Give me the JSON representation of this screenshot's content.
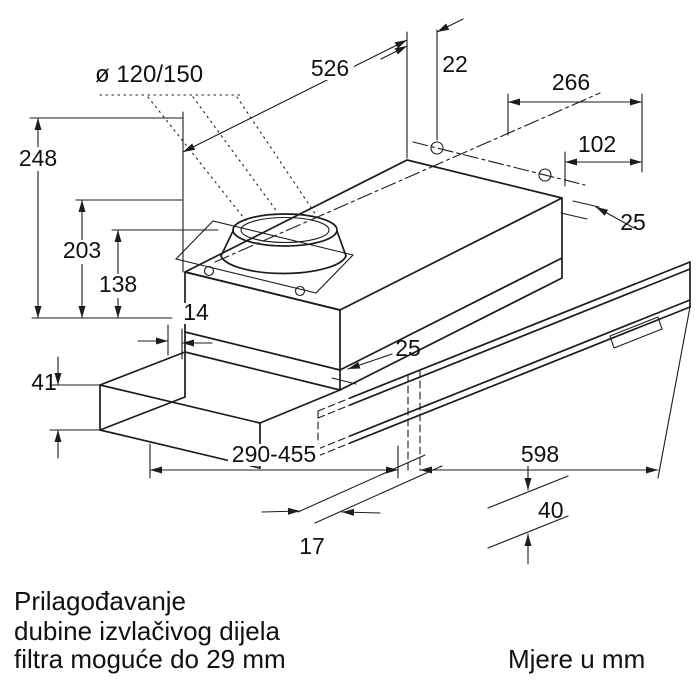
{
  "drawing": {
    "units_note": "Mjere u mm",
    "note_lines": [
      "Prilagođavanje",
      "dubine izvlačivog dijela",
      "filtra moguće do 29 mm"
    ],
    "labels": {
      "duct_diameter": "ø 120/150",
      "depth_top": "526",
      "rear_offset": "22",
      "rear_depth": "266",
      "hole_offset": "102",
      "total_height": "248",
      "body_height": "203",
      "inner_height": "138",
      "left_step": "14",
      "front_edge": "25",
      "rear_edge": "25",
      "drawer_height": "41",
      "pullout_depth_range": "290-455",
      "width": "598",
      "visor_offset": "17",
      "visor_height": "40"
    },
    "colors": {
      "line": "#1c1c1c",
      "background": "#ffffff"
    }
  }
}
